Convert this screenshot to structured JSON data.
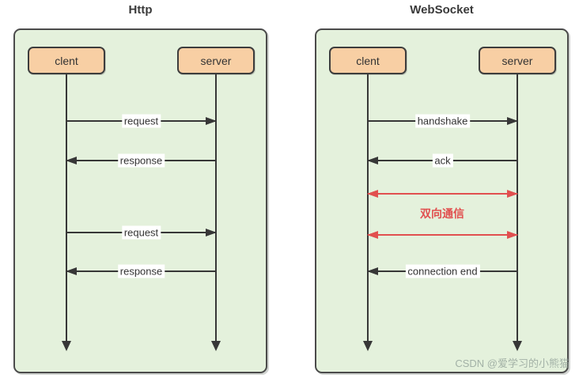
{
  "watermark": "CSDN @爱学习的小熊猫",
  "colors": {
    "panel_fill": "#e4f1dc",
    "panel_border": "#4b4b4b",
    "actor_fill": "#f8cfa4",
    "actor_border": "#3d3d3d",
    "arrow_black": "#373737",
    "arrow_red": "#e14f4f",
    "label_bg": "#ffffff"
  },
  "diagrams": [
    {
      "title": "Http",
      "actors": [
        "clent",
        "server"
      ],
      "messages": [
        {
          "label": "request",
          "direction": "left-to-right",
          "color": "black"
        },
        {
          "label": "response",
          "direction": "right-to-left",
          "color": "black"
        },
        {
          "label": "request",
          "direction": "left-to-right",
          "color": "black"
        },
        {
          "label": "response",
          "direction": "right-to-left",
          "color": "black"
        }
      ]
    },
    {
      "title": "WebSocket",
      "actors": [
        "clent",
        "server"
      ],
      "messages": [
        {
          "label": "handshake",
          "direction": "left-to-right",
          "color": "black"
        },
        {
          "label": "ack",
          "direction": "right-to-left",
          "color": "black"
        },
        {
          "label": "双向通信",
          "direction": "bidirectional",
          "color": "red"
        },
        {
          "label": "connection end",
          "direction": "right-to-left",
          "color": "black"
        }
      ]
    }
  ]
}
